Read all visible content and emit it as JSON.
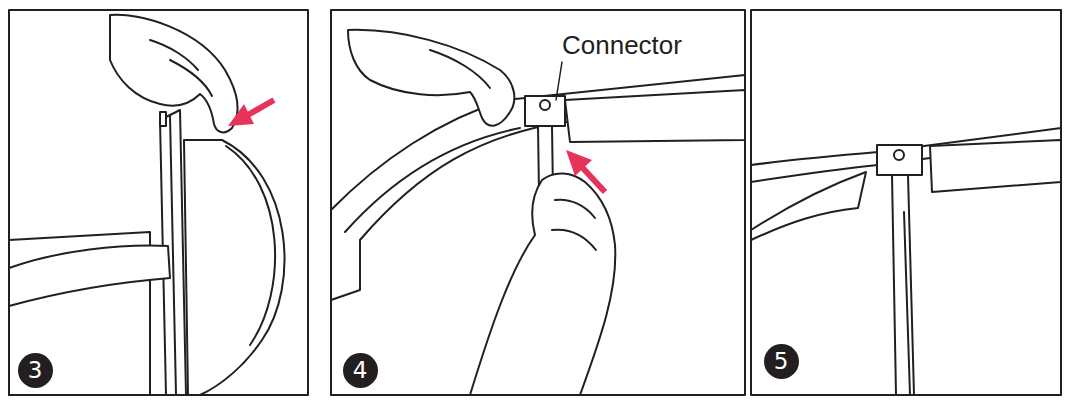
{
  "diagram": {
    "nodes": [
      {
        "text": [
          "3"
        ]
      },
      {
        "text": [
          "4"
        ]
      },
      {
        "text": [
          "5"
        ]
      }
    ],
    "labels": [
      "Connector"
    ]
  }
}
